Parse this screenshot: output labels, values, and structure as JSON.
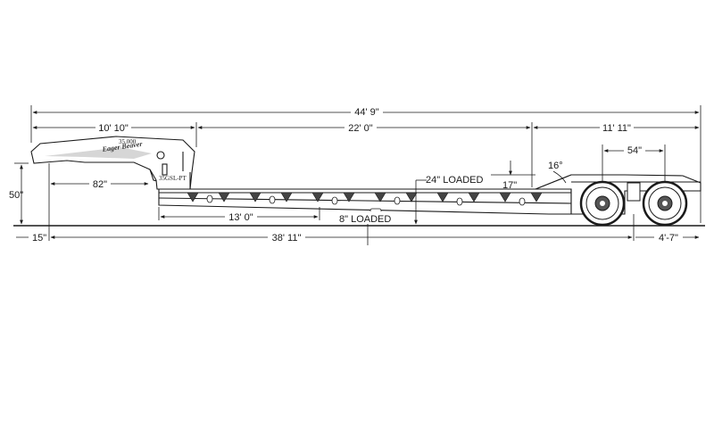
{
  "diagram": {
    "brand_logo": "Eager Beaver",
    "model": "35GSL-PT",
    "capacity_badge": "35,000",
    "colors": {
      "line": "#1a1a1a",
      "trailer_fill": "#ffffff",
      "shade": "#cccccc",
      "wheel_hub": "#555555"
    }
  },
  "dimensions": {
    "overall_length": "44' 9\"",
    "gooseneck_length": "10' 10\"",
    "deck_length": "22' 0\"",
    "rear_section_length": "11' 11\"",
    "axle_spread": "54\"",
    "gooseneck_height": "50\"",
    "swing_clearance": "82\"",
    "kingpin_offset": "15\"",
    "kingpin_to_axle": "38' 11\"",
    "rear_overhang": "4'-7\"",
    "ramp_length": "13' 0\"",
    "deck_height_loaded": "24\" LOADED",
    "ground_clearance_loaded": "8\" LOADED",
    "rear_deck_height": "17\"",
    "loading_angle": "16°"
  }
}
